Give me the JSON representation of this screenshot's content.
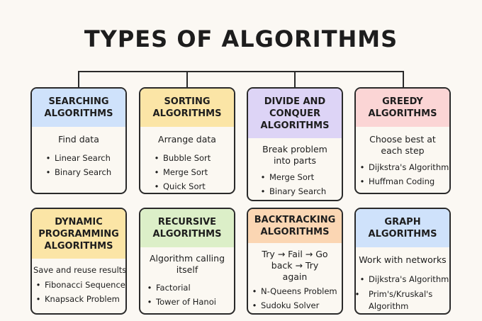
{
  "title": "TYPES OF ALGORITHMS",
  "cards": [
    {
      "heading": "SEARCHING ALGORITHMS",
      "color": "#cfe2fb",
      "description": "Find data",
      "items": [
        "Linear Search",
        "Binary Search"
      ]
    },
    {
      "heading": "SORTING ALGORITHMS",
      "color": "#fbe5a6",
      "description": "Arrange data",
      "items": [
        "Bubble Sort",
        "Merge Sort",
        "Quick Sort"
      ]
    },
    {
      "heading": "DIVIDE AND CONQUER ALGORITHMS",
      "color": "#ddd4f6",
      "description": "Break problem into parts",
      "items": [
        "Merge Sort",
        "Binary Search"
      ]
    },
    {
      "heading": "GREEDY ALGORITHMS",
      "color": "#fbd5d5",
      "description": "Choose best at each step",
      "items": [
        "Dijkstra's Algorithm",
        "Huffman Coding"
      ]
    },
    {
      "heading": "DYNAMIC PROGRAMMING ALGORITHMS",
      "color": "#fbe5a6",
      "description": "Save and reuse results",
      "items": [
        "Fibonacci Sequence",
        "Knapsack Problem"
      ]
    },
    {
      "heading": "RECURSIVE ALGORITHMS",
      "color": "#dcefc8",
      "description": "Algorithm calling itself",
      "items": [
        "Factorial",
        "Tower of Hanoi"
      ]
    },
    {
      "heading": "BACKTRACKING ALGORITHMS",
      "color": "#fbd6b3",
      "description": "Try → Fail → Go back → Try again",
      "items": [
        "N-Queens Problem",
        "Sudoku Solver"
      ]
    },
    {
      "heading": "GRAPH ALGORITHMS",
      "color": "#cfe2fb",
      "description": "Work with networks",
      "items": [
        "Dijkstra's Algorithm",
        "Prim's/Kruskal's Algorithm"
      ]
    }
  ]
}
